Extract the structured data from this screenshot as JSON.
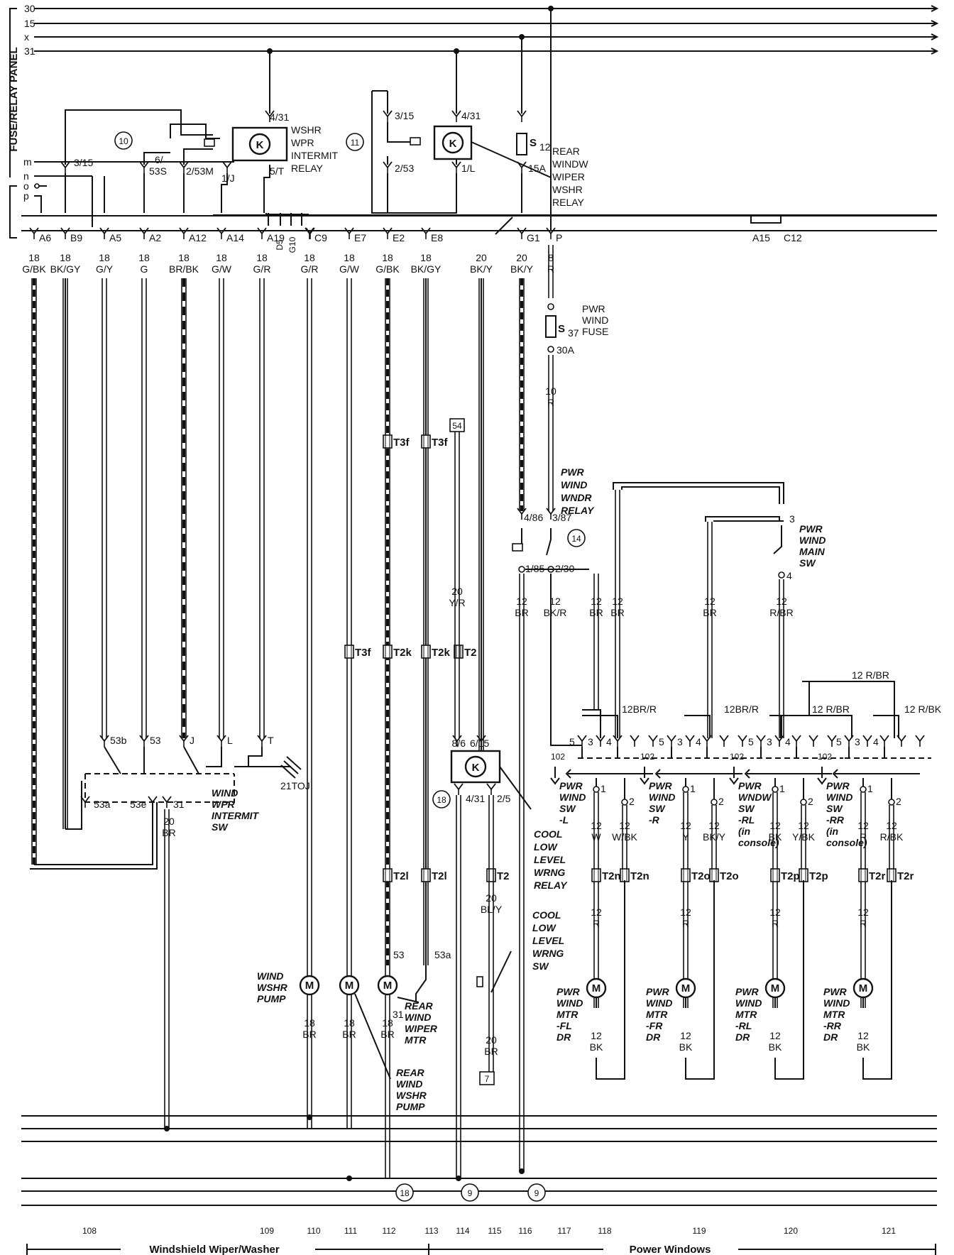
{
  "panel_title": "FUSE/RELAY PANEL",
  "bus": {
    "top": [
      "30",
      "15",
      "x",
      "31"
    ],
    "left_taps": [
      "m",
      "n",
      "o",
      "p"
    ]
  },
  "connectors": [
    {
      "pin": "A6",
      "gauge": "18",
      "color": "G/BK"
    },
    {
      "pin": "B9",
      "gauge": "18",
      "color": "BK/GY"
    },
    {
      "pin": "A5",
      "gauge": "18",
      "color": "G/Y"
    },
    {
      "pin": "A2",
      "gauge": "18",
      "color": "G"
    },
    {
      "pin": "A12",
      "gauge": "18",
      "color": "BR/BK"
    },
    {
      "pin": "A14",
      "gauge": "18",
      "color": "G/W"
    },
    {
      "pin": "A19",
      "gauge": "18",
      "color": "G/R"
    },
    {
      "pin": "C9",
      "gauge": "18",
      "color": "G/R"
    },
    {
      "pin": "E7",
      "gauge": "18",
      "color": "G/W"
    },
    {
      "pin": "E2",
      "gauge": "18",
      "color": "G/BK"
    },
    {
      "pin": "E8",
      "gauge": "18",
      "color": "BK/GY"
    },
    {
      "pin": "",
      "gauge": "20",
      "color": "BK/Y"
    },
    {
      "pin": "G1",
      "gauge": "20",
      "color": "BK/Y"
    },
    {
      "pin": "P",
      "gauge": "8",
      "color": "R"
    }
  ],
  "connector_extra": [
    "D5",
    "G10",
    "A15",
    "C12"
  ],
  "relays": [
    {
      "id": "10",
      "title": [
        "WSHR",
        "WPR",
        "INTERMIT",
        "RELAY"
      ],
      "pins": [
        "4/31",
        "3/15",
        "6/",
        "53S",
        "2/53M",
        "1/J",
        "5/T"
      ]
    },
    {
      "id": "11",
      "title": [
        "REAR",
        "WINDW",
        "WIPER",
        "WSHR",
        "RELAY"
      ],
      "pins": [
        "3/15",
        "4/31",
        "2/53",
        "1/L"
      ]
    },
    {
      "id": "14",
      "title": [
        "PWR",
        "WIND",
        "WNDR",
        "RELAY"
      ],
      "pins": [
        "4/86",
        "3/87",
        "1/85",
        "2/30"
      ]
    },
    {
      "id": "18",
      "title": [
        "COOL",
        "LOW",
        "LEVEL",
        "WRNG",
        "RELAY"
      ],
      "pins": [
        "8/6",
        "6/15",
        "4/31",
        "2/5"
      ]
    }
  ],
  "fuses": [
    {
      "id": "S",
      "sub": "12",
      "rating": "15A"
    },
    {
      "id": "S",
      "sub": "37",
      "rating": "30A",
      "title": [
        "PWR",
        "WIND",
        "FUSE"
      ]
    }
  ],
  "wire_labels": [
    {
      "gauge": "10",
      "color": "R"
    },
    {
      "gauge": "20",
      "color": "Y/R"
    },
    {
      "gauge": "12",
      "color": "BR"
    },
    {
      "gauge": "12",
      "color": "BK/R"
    },
    {
      "gauge": "12",
      "color": "BR"
    },
    {
      "gauge": "12",
      "color": "BR"
    },
    {
      "gauge": "12",
      "color": "BR"
    },
    {
      "gauge": "12",
      "color": "R/BR"
    },
    {
      "gauge": "20",
      "color": "BR"
    },
    {
      "gauge": "20",
      "color": "BL/Y"
    },
    {
      "gauge": "20",
      "color": "BR"
    }
  ],
  "terminal_refs": [
    "T3f",
    "T3f",
    "T3f",
    "T2k",
    "T2k",
    "T2",
    "T2l",
    "T2l",
    "T2",
    "54",
    "7"
  ],
  "wiper_switch": {
    "title": [
      "WIND",
      "WPR",
      "INTERMIT",
      "SW"
    ],
    "terminals": [
      "53b",
      "53",
      "J",
      "L",
      "T",
      "53a",
      "53e",
      "31"
    ],
    "ground": "21TOJ",
    "wire": {
      "gauge": "20",
      "color": "BR"
    }
  },
  "motors": [
    {
      "title": [
        "WIND",
        "WSHR",
        "PUMP"
      ],
      "gauge": "18",
      "color": "BR"
    },
    {
      "title": [],
      "gauge": "18",
      "color": "BR"
    },
    {
      "title": [
        "REAR",
        "WIND",
        "WIPER",
        "MTR"
      ],
      "gauge": "18",
      "color": "BR",
      "pins": [
        "53",
        "53a",
        "31"
      ]
    },
    {
      "title": [
        "REAR",
        "WIND",
        "WSHR",
        "PUMP"
      ]
    }
  ],
  "cool_switch": [
    "COOL",
    "LOW",
    "LEVEL",
    "WRNG",
    "SW"
  ],
  "main_switch": {
    "title": [
      "PWR",
      "WIND",
      "MAIN",
      "SW"
    ],
    "pins": [
      "3",
      "4"
    ]
  },
  "window_switches": [
    {
      "title": [
        "PWR",
        "WIND",
        "SW",
        "-L"
      ],
      "w1": {
        "gauge": "12",
        "color": "W"
      },
      "w2": {
        "gauge": "12",
        "color": "W/BK"
      },
      "term": "T2n"
    },
    {
      "title": [
        "PWR",
        "WIND",
        "SW",
        "-R"
      ],
      "w1": {
        "gauge": "12",
        "color": "Y"
      },
      "w2": {
        "gauge": "12",
        "color": "BK/Y"
      },
      "term": "T2o"
    },
    {
      "title": [
        "PWR",
        "WNDW",
        "SW",
        "-RL",
        "(in",
        "console)"
      ],
      "w1": {
        "gauge": "12",
        "color": "BK"
      },
      "w2": {
        "gauge": "12",
        "color": "Y/BK"
      },
      "term": "T2p"
    },
    {
      "title": [
        "PWR",
        "WIND",
        "SW",
        "-RR",
        "(in",
        "console)"
      ],
      "w1": {
        "gauge": "12",
        "color": "R"
      },
      "w2": {
        "gauge": "12",
        "color": "R/BK"
      },
      "term": "T2r"
    }
  ],
  "window_feeds": [
    "12BR/R",
    "12BR/R",
    "12 R/BR",
    "12 R/BR",
    "12 R/BK",
    "12 R/BR"
  ],
  "window_switch_pins": [
    "102",
    "1",
    "2",
    "3",
    "4",
    "5"
  ],
  "window_motors": [
    {
      "title": [
        "PWR",
        "WIND",
        "MTR",
        "-FL",
        "DR"
      ],
      "in": {
        "gauge": "12",
        "color": "R"
      },
      "out": {
        "gauge": "12",
        "color": "BK"
      }
    },
    {
      "title": [
        "PWR",
        "WIND",
        "MTR",
        "-FR",
        "DR"
      ],
      "in": {
        "gauge": "12",
        "color": "R"
      },
      "out": {
        "gauge": "12",
        "color": "BK"
      }
    },
    {
      "title": [
        "PWR",
        "WIND",
        "MTR",
        "-RL",
        "DR"
      ],
      "in": {
        "gauge": "12",
        "color": "R"
      },
      "out": {
        "gauge": "12",
        "color": "BK"
      }
    },
    {
      "title": [
        "PWR",
        "WIND",
        "MTR",
        "-RR",
        "DR"
      ],
      "in": {
        "gauge": "12",
        "color": "R"
      },
      "out": {
        "gauge": "12",
        "color": "BK"
      }
    }
  ],
  "bottom_refs": [
    "18",
    "9",
    "9"
  ],
  "grid_numbers": [
    "108",
    "109",
    "110",
    "111",
    "112",
    "113",
    "114",
    "115",
    "116",
    "117",
    "118",
    "119",
    "120",
    "121"
  ],
  "sections": [
    "Windshield Wiper/Washer",
    "Power Windows"
  ],
  "motor_symbol": "M",
  "relay_symbol": "K"
}
